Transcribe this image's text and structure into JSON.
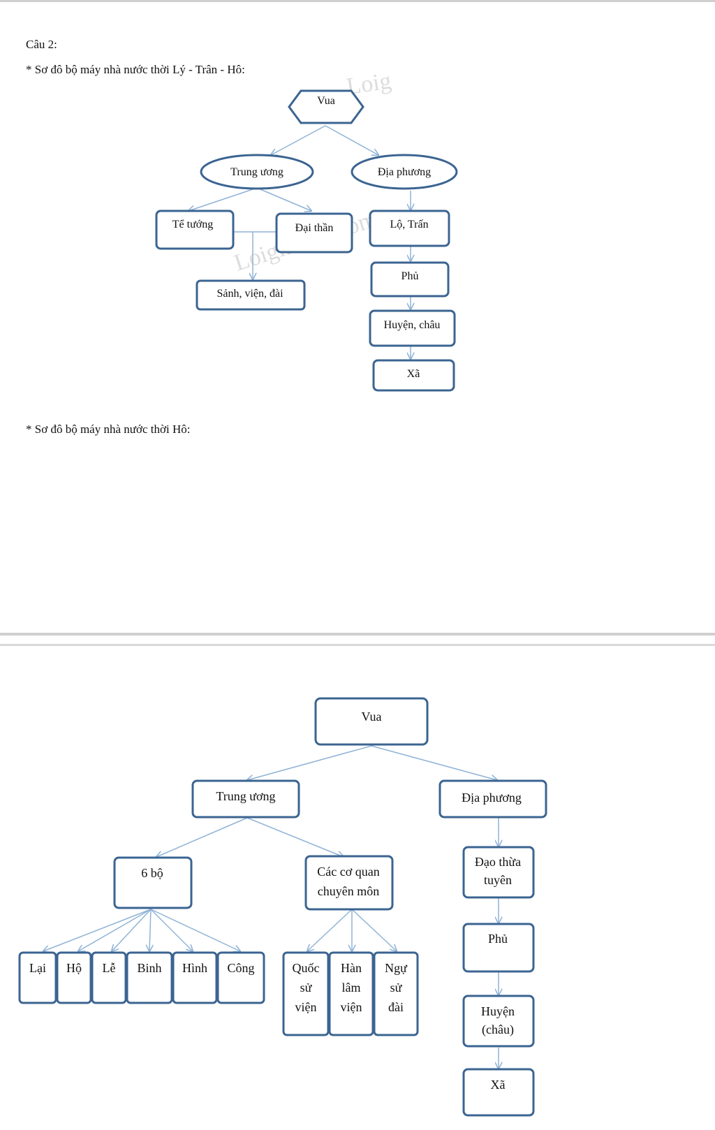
{
  "heading": "Câu 2:",
  "section1": {
    "title": "* Sơ đô bộ máy nhà nước thời Lý - Trân - Hô:",
    "watermark_small": "Loig",
    "watermark": "Loigiaihay.com",
    "nodes": {
      "vua": "Vua",
      "trung_uong": "Trung ương",
      "dia_phuong": "Địa phương",
      "te_tuong": "Tể tướng",
      "dai_than": "Đại thần",
      "sanh_vien_dai": "Sảnh, viện, đài",
      "lo_tran": "Lộ, Trấn",
      "phu": "Phủ",
      "huyen_chau": "Huyện, châu",
      "xa": "Xã"
    }
  },
  "section2": {
    "title": "* Sơ đô bộ máy nhà nước thời Hô:",
    "nodes": {
      "vua": "Vua",
      "trung_uong": "Trung ương",
      "dia_phuong": "Địa phương",
      "sau_bo": "6 bộ",
      "co_quan": [
        "Các cơ quan",
        "chuyên môn"
      ],
      "bo": [
        "Lại",
        "Hộ",
        "Lễ",
        "Binh",
        "Hình",
        "Công"
      ],
      "quoc_su_vien": [
        "Quốc",
        "sử",
        "viện"
      ],
      "han_lam_vien": [
        "Hàn",
        "lâm",
        "viện"
      ],
      "ngu_su_dai": [
        "Ngự",
        "sử",
        "đài"
      ],
      "dao_thua_tuyen": [
        "Đạo thừa",
        "tuyên"
      ],
      "phu": "Phủ",
      "huyen_chau": [
        "Huyện",
        "(châu)"
      ],
      "xa": "Xã"
    }
  }
}
